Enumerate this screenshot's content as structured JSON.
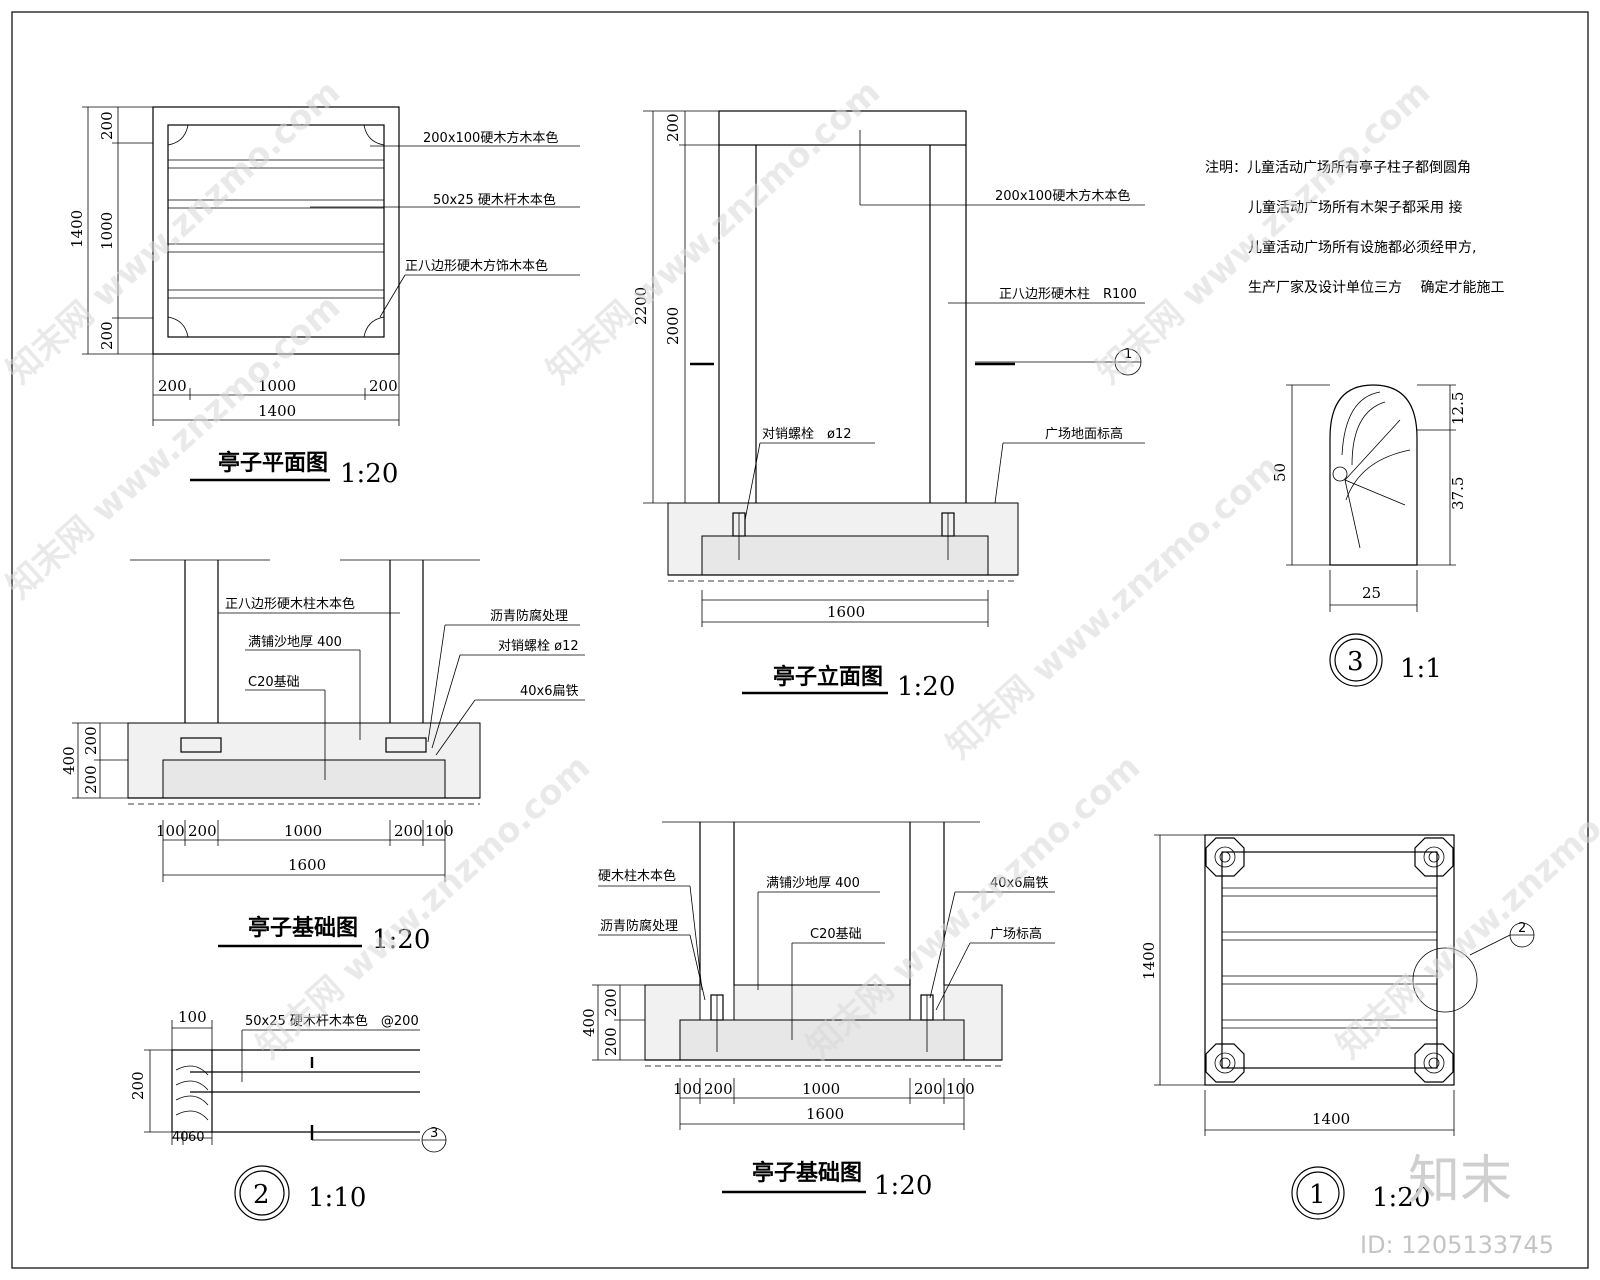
{
  "watermark": {
    "text": "知末网 www.znzmo.com",
    "brand": "知末",
    "id": "ID: 1205133745"
  },
  "notes": {
    "lines": [
      "注明：儿童活动广场所有亭子柱子都倒圆角",
      "儿童活动广场所有木架子都采用 接",
      "儿童活动广场所有设施都必须经甲方,",
      "生产厂家及设计单位三方　 确定才能施工"
    ]
  },
  "plan": {
    "title": "亭子平面图",
    "scale": "1:20",
    "labels": [
      "200x100硬木方木本色",
      "50x25 硬木杆木本色",
      "正八边形硬木方饰木本色"
    ],
    "dims_v": [
      "200",
      "1000",
      "200",
      "1400"
    ],
    "dims_h": [
      "200",
      "1000",
      "200",
      "1400"
    ]
  },
  "elevation": {
    "title": "亭子立面图",
    "scale": "1:20",
    "labels": [
      "200x100硬木方木本色",
      "正八边形硬木柱　R100",
      "对销螺栓　ø12",
      "广场地面标高"
    ],
    "dims_v": [
      "200",
      "2000",
      "2200"
    ],
    "dim_h": "1600",
    "callout": "1"
  },
  "foundation1": {
    "title": "亭子基础图",
    "scale": "1:20",
    "labels": [
      "正八边形硬木柱木本色",
      "满铺沙地厚 400",
      "C20基础",
      "沥青防腐处理",
      "对销螺栓 ø12",
      "40x6扁铁"
    ],
    "dims_v": [
      "200",
      "200",
      "400"
    ],
    "dims_h": [
      "100",
      "200",
      "1000",
      "200",
      "100"
    ],
    "dim_total": "1600"
  },
  "foundation2": {
    "title": "亭子基础图",
    "scale": "1:20",
    "labels": [
      "硬木柱木本色",
      "满铺沙地厚 400",
      "沥青防腐处理",
      "C20基础",
      "40x6扁铁",
      "广场标高"
    ],
    "dims_v": [
      "200",
      "200",
      "400"
    ],
    "dims_h": [
      "100",
      "200",
      "1000",
      "200",
      "100"
    ],
    "dim_total": "1600"
  },
  "detail2": {
    "num": "2",
    "scale": "1:10",
    "label": "50x25 硬木杆木本色　@200",
    "dims": [
      "100",
      "200",
      "40",
      "60"
    ],
    "callout": "3"
  },
  "detail3": {
    "num": "3",
    "scale": "1:1",
    "dims": [
      "50",
      "12.5",
      "37.5",
      "25"
    ]
  },
  "detail1": {
    "num": "1",
    "scale": "1:20",
    "dims": [
      "1400",
      "1400"
    ],
    "callout": "2"
  }
}
